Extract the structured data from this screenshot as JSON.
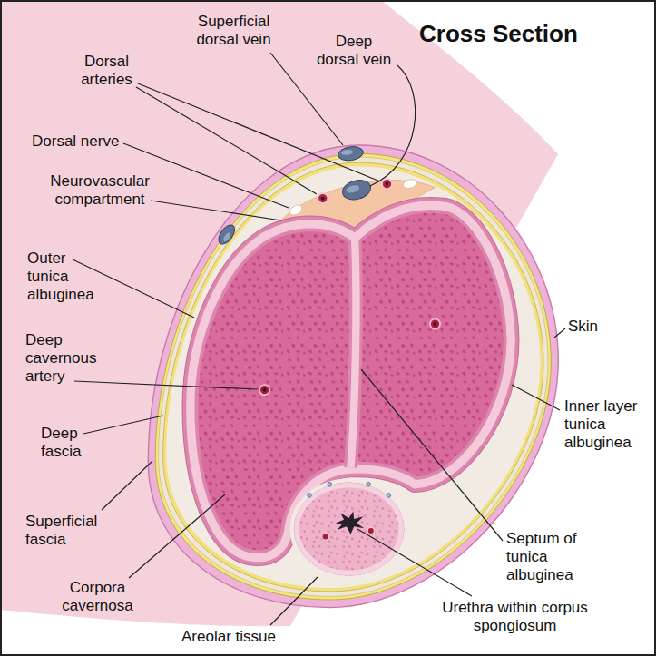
{
  "diagram": {
    "title": "Cross Section",
    "labels": [
      "Superficial dorsal vein",
      "Dorsal arteries",
      "Deep dorsal vein",
      "Dorsal nerve",
      "Neurovascular compartment",
      "Outer tunica albuginea",
      "Deep cavernous artery",
      "Deep fascia",
      "Superficial fascia",
      "Corpora cavernosa",
      "Areolar tissue",
      "Urethra within corpus spongiosum",
      "Septum of tunica albuginea",
      "Inner layer tunica albuginea",
      "Skin"
    ]
  }
}
